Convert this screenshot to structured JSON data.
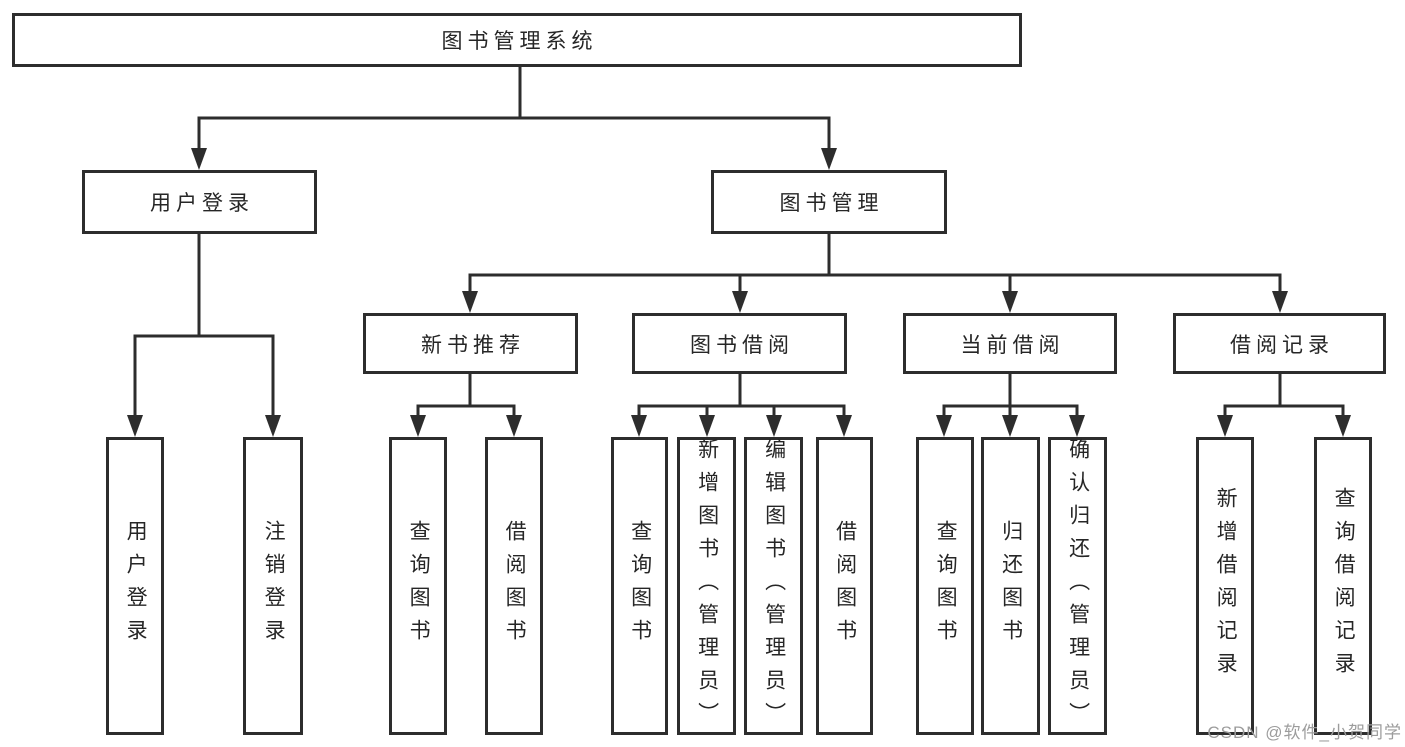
{
  "diagram": {
    "type": "tree",
    "colors": {
      "background": "#ffffff",
      "box_border": "#2d2d2d",
      "connector": "#2d2d2d",
      "text": "#262626",
      "watermark_text": "#9c9c9c"
    },
    "root": {
      "label": "图书管理系统"
    },
    "branches": [
      {
        "label": "用户登录",
        "children": [
          {
            "label": "用户登录"
          },
          {
            "label": "注销登录"
          }
        ]
      },
      {
        "label": "图书管理",
        "children": [
          {
            "label": "新书推荐",
            "children": [
              {
                "label": "查询图书"
              },
              {
                "label": "借阅图书"
              }
            ]
          },
          {
            "label": "图书借阅",
            "children": [
              {
                "label": "查询图书"
              },
              {
                "label": "新增图书（管理员）"
              },
              {
                "label": "编辑图书（管理员）"
              },
              {
                "label": "借阅图书"
              }
            ]
          },
          {
            "label": "当前借阅",
            "children": [
              {
                "label": "查询图书"
              },
              {
                "label": "归还图书"
              },
              {
                "label": "确认归还（管理员）"
              }
            ]
          },
          {
            "label": "借阅记录",
            "children": [
              {
                "label": "新增借阅记录"
              },
              {
                "label": "查询借阅记录"
              }
            ]
          }
        ]
      }
    ]
  },
  "watermark": {
    "text": "CSDN @软件_小贺同学"
  }
}
